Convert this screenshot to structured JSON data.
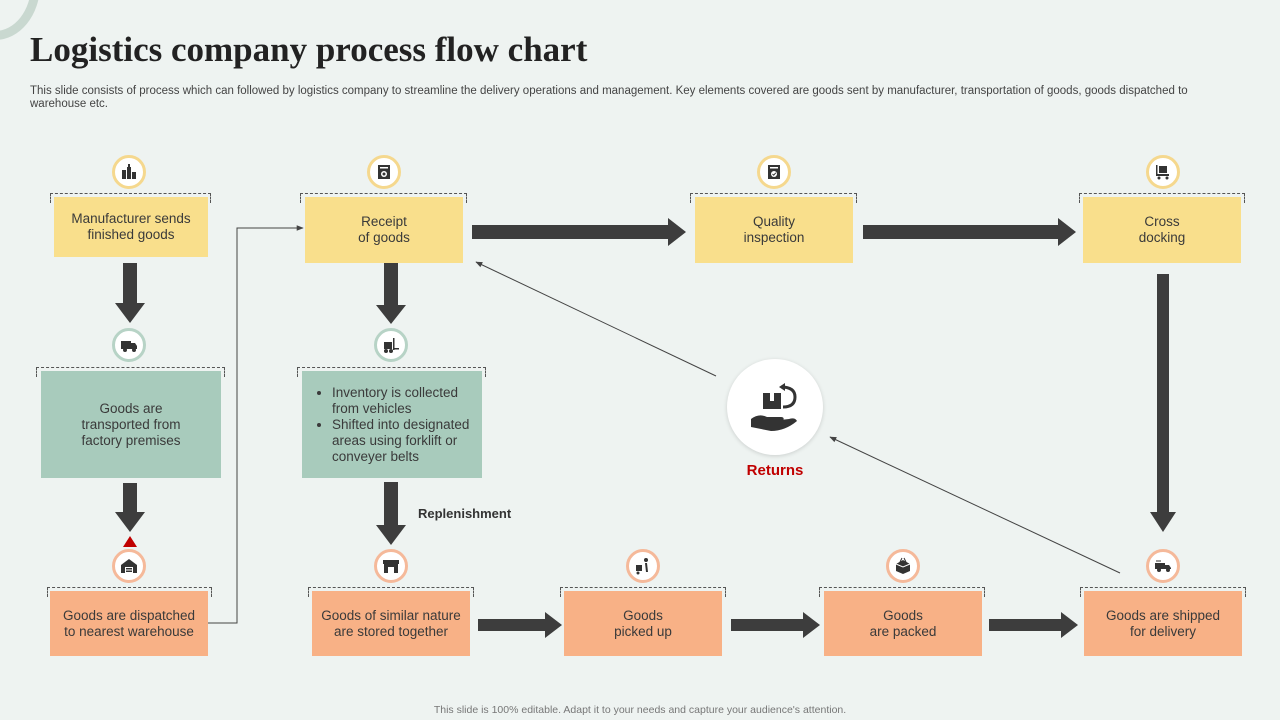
{
  "title": "Logistics company process flow chart",
  "subtitle": "This slide consists of process which can followed by logistics company to streamline the delivery operations and management. Key elements covered are goods sent by manufacturer, transportation of goods, goods dispatched to warehouse etc.",
  "footer": "This slide is 100% editable. Adapt it to your needs and capture your audience's attention.",
  "colors": {
    "yellow": "#f9df8c",
    "green": "#a8cbbc",
    "orange": "#f8b186",
    "arrow": "#3d3d3d",
    "returns": "#c00000"
  },
  "steps": {
    "manufacturer": {
      "label": "Manufacturer sends\nfinished goods",
      "icon": "factory-icon"
    },
    "transported": {
      "label": "Goods are\ntransported from\nfactory premises",
      "icon": "truck-icon"
    },
    "dispatched": {
      "label": "Goods are dispatched\nto nearest warehouse",
      "icon": "warehouse-icon"
    },
    "receipt": {
      "label": "Receipt\nof goods",
      "icon": "receipt-icon"
    },
    "inventory": {
      "bullets": [
        "Inventory  is collected from vehicles",
        "Shifted into designated areas using forklift or conveyer belts"
      ],
      "icon": "forklift-icon"
    },
    "stored": {
      "label": "Goods of similar nature\nare stored together",
      "icon": "store-icon"
    },
    "quality": {
      "label": "Quality\ninspection",
      "icon": "inspection-icon"
    },
    "picked": {
      "label": "Goods\npicked up",
      "icon": "trolley-icon"
    },
    "packed": {
      "label": "Goods\nare packed",
      "icon": "box-icon"
    },
    "cross": {
      "label": "Cross\ndocking",
      "icon": "cart-icon"
    },
    "shipped": {
      "label": "Goods are shipped\nfor delivery",
      "icon": "delivery-truck-icon"
    }
  },
  "returns": {
    "label": "Returns",
    "icon": "return-package-icon"
  },
  "replenishment": "Replenishment"
}
